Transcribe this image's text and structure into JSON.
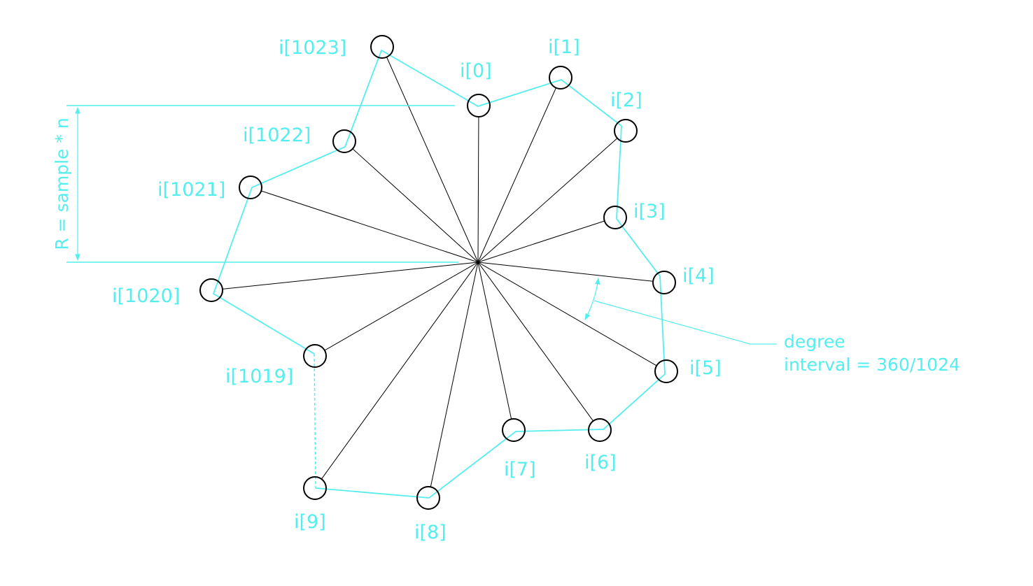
{
  "diagram": {
    "points": [
      {
        "id": "0",
        "label": "i[0]"
      },
      {
        "id": "1",
        "label": "i[1]"
      },
      {
        "id": "2",
        "label": "i[2]"
      },
      {
        "id": "3",
        "label": "i[3]"
      },
      {
        "id": "4",
        "label": "i[4]"
      },
      {
        "id": "5",
        "label": "i[5]"
      },
      {
        "id": "6",
        "label": "i[6]"
      },
      {
        "id": "7",
        "label": "i[7]"
      },
      {
        "id": "8",
        "label": "i[8]"
      },
      {
        "id": "9",
        "label": "i[9]"
      },
      {
        "id": "1019",
        "label": "i[1019]"
      },
      {
        "id": "1020",
        "label": "i[1020]"
      },
      {
        "id": "1021",
        "label": "i[1021]"
      },
      {
        "id": "1022",
        "label": "i[1022]"
      },
      {
        "id": "1023",
        "label": "i[1023]"
      }
    ],
    "radius_label": "R = sample * n",
    "angle_note": {
      "line1": "degree",
      "line2": "interval = 360/1024"
    },
    "colors": {
      "accent": "#55eeee",
      "stroke": "#000000"
    }
  }
}
